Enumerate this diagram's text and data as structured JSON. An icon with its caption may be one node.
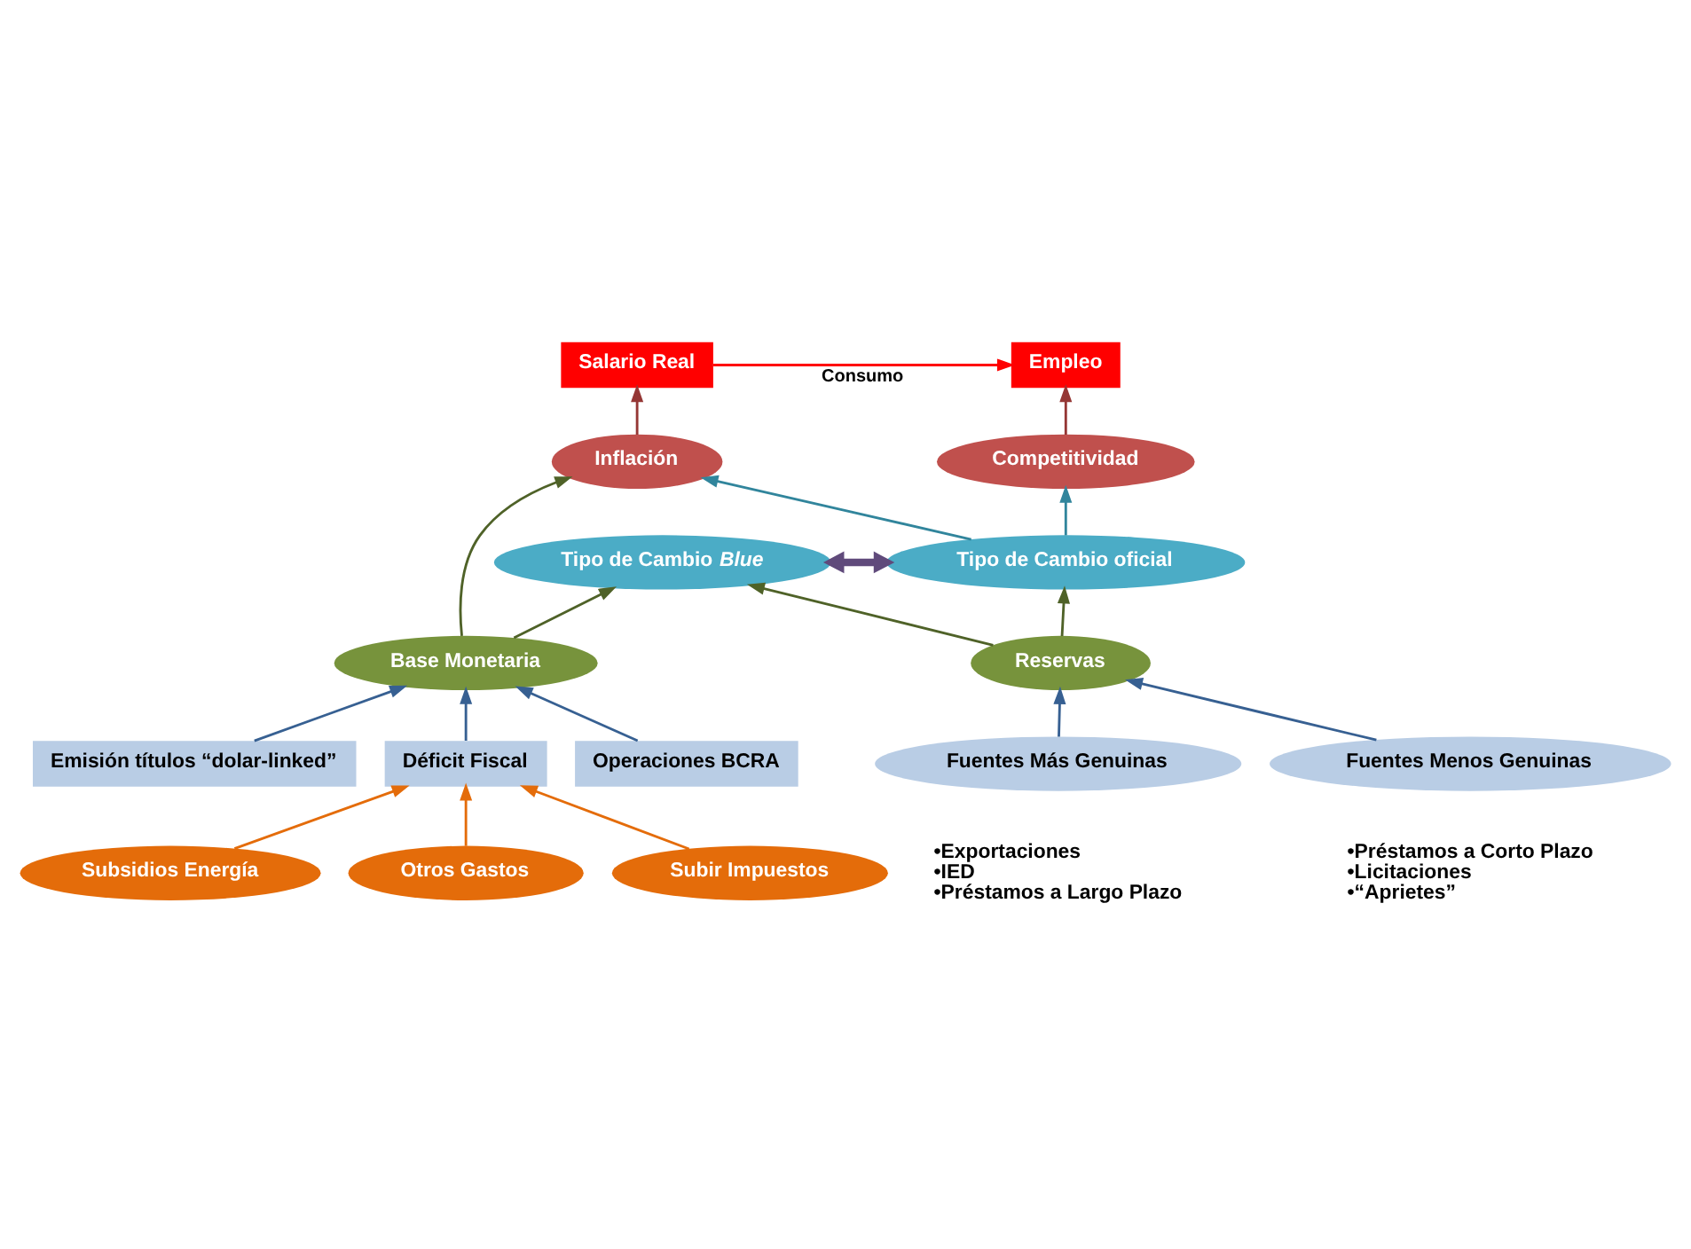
{
  "diagram": {
    "nodes": [
      {
        "text": [
          "Salario Real"
        ]
      },
      {
        "text": [
          "Empleo"
        ]
      },
      {
        "text": [
          "Inflación"
        ]
      },
      {
        "text": [
          "Competitividad"
        ]
      },
      {
        "text": [
          "Tipo de Cambio *Blue*"
        ]
      },
      {
        "text": [
          "Tipo de Cambio oficial"
        ]
      },
      {
        "text": [
          "Base Monetaria"
        ]
      },
      {
        "text": [
          "Reservas"
        ]
      },
      {
        "text": [
          "Emisión títulos “dolar-linked”"
        ]
      },
      {
        "text": [
          "Déficit Fiscal"
        ]
      },
      {
        "text": [
          "Operaciones BCRA"
        ]
      },
      {
        "text": [
          "Fuentes Más Genuinas"
        ],
        "beside": [
          "•Exportaciones",
          "•IED",
          "•Préstamos a Largo Plazo"
        ]
      },
      {
        "text": [
          "Fuentes Menos Genuinas"
        ],
        "beside": [
          "•Préstamos a Corto Plazo",
          "•Licitaciones",
          "•“Aprietes”"
        ]
      },
      {
        "text": [
          "Subsidios Energía"
        ]
      },
      {
        "text": [
          "Otros Gastos"
        ]
      },
      {
        "text": [
          "Subir Impuestos"
        ]
      }
    ],
    "edges": [
      {
        "from": 0,
        "to": 1,
        "arrow": "to",
        "label": "Consumo",
        "color": "#ff0000"
      },
      {
        "from": 2,
        "to": 0,
        "arrow": "to",
        "color": "#953735"
      },
      {
        "from": 3,
        "to": 1,
        "arrow": "to",
        "color": "#953735"
      },
      {
        "from": 5,
        "to": 2,
        "arrow": "to",
        "color": "#31859c"
      },
      {
        "from": 5,
        "to": 3,
        "arrow": "to",
        "color": "#31859c"
      },
      {
        "from": 4,
        "to": 5,
        "arrow": "both",
        "style": "thick",
        "color": "#604a7b"
      },
      {
        "from": 6,
        "to": 2,
        "arrow": "to",
        "color": "#4f6228"
      },
      {
        "from": 6,
        "to": 4,
        "arrow": "to",
        "color": "#4f6228"
      },
      {
        "from": 7,
        "to": 4,
        "arrow": "to",
        "color": "#4f6228"
      },
      {
        "from": 7,
        "to": 5,
        "arrow": "to",
        "color": "#4f6228"
      },
      {
        "from": 8,
        "to": 6,
        "arrow": "to"
      },
      {
        "from": 9,
        "to": 6,
        "arrow": "to"
      },
      {
        "from": 10,
        "to": 6,
        "arrow": "to"
      },
      {
        "from": 11,
        "to": 7,
        "arrow": "to"
      },
      {
        "from": 12,
        "to": 7,
        "arrow": "to"
      },
      {
        "from": 13,
        "to": 9,
        "arrow": "to",
        "color": "#e46c0a"
      },
      {
        "from": 14,
        "to": 9,
        "arrow": "to",
        "color": "#e46c0a"
      },
      {
        "from": 15,
        "to": 9,
        "arrow": "to",
        "color": "#e46c0a"
      }
    ]
  }
}
